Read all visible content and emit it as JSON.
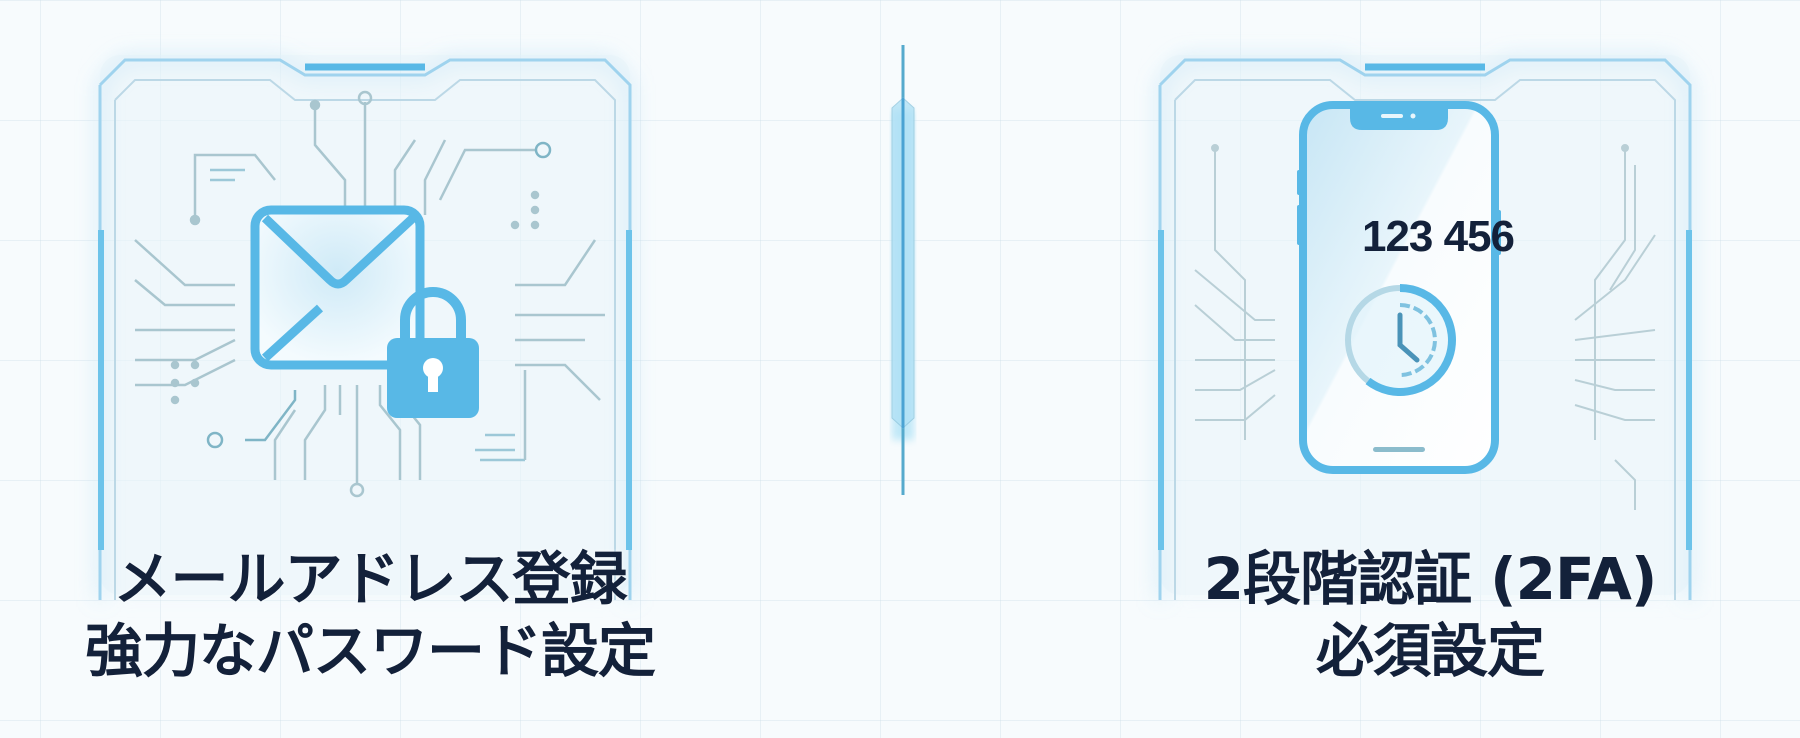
{
  "colors": {
    "accent": "#58b8e6",
    "accent_dark": "#4aa3d3",
    "text": "#13213a",
    "background": "#f7fbfd",
    "circuit": "#b9cfd6"
  },
  "left_card": {
    "icon": "email-lock-icon",
    "caption_line1": "メールアドレス登録",
    "caption_line2": "強力なパスワード設定"
  },
  "right_card": {
    "icon": "smartphone-otp-icon",
    "otp_code": "123 456",
    "timer_icon": "clock-timer-icon",
    "caption_line1": "2段階認証 (2FA)",
    "caption_line2": "必須設定"
  },
  "divider": {
    "icon": "vertical-divider"
  }
}
